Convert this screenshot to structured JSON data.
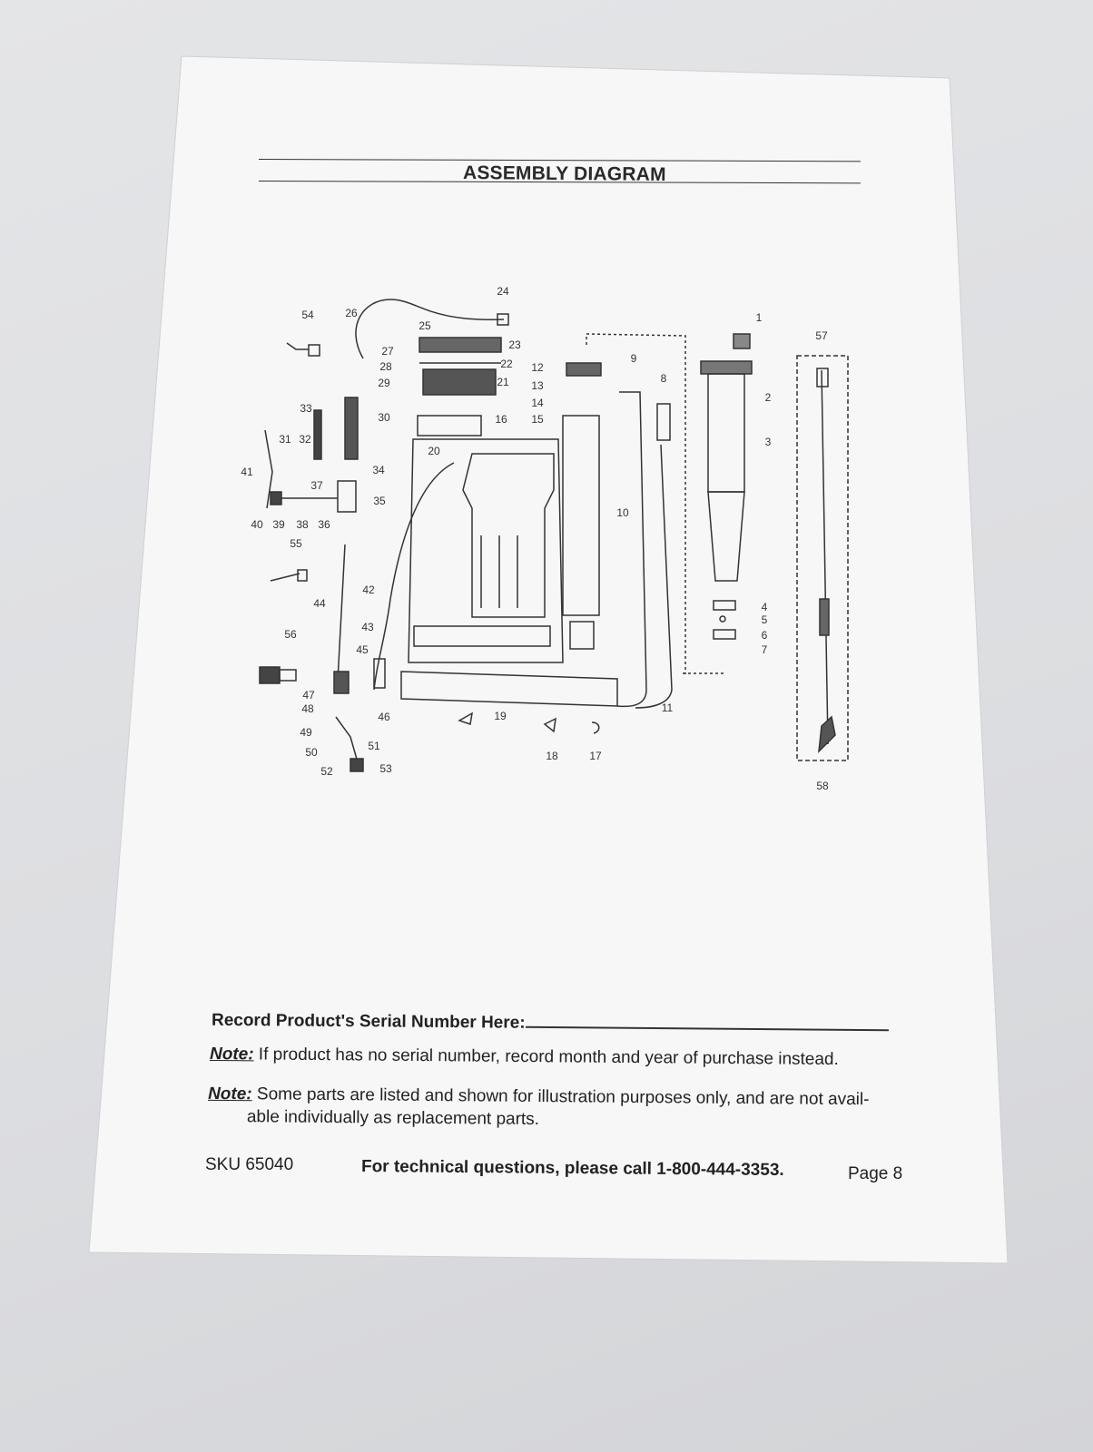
{
  "document": {
    "title": "ASSEMBLY DIAGRAM",
    "part_labels": [
      "1",
      "2",
      "3",
      "4",
      "5",
      "6",
      "7",
      "8",
      "9",
      "10",
      "11",
      "12",
      "13",
      "14",
      "15",
      "16",
      "17",
      "18",
      "19",
      "20",
      "21",
      "22",
      "23",
      "24",
      "25",
      "26",
      "27",
      "28",
      "29",
      "30",
      "31",
      "32",
      "33",
      "34",
      "35",
      "36",
      "37",
      "38",
      "39",
      "40",
      "41",
      "42",
      "43",
      "44",
      "45",
      "46",
      "47",
      "48",
      "49",
      "50",
      "51",
      "52",
      "53",
      "54",
      "55",
      "56",
      "57",
      "58"
    ],
    "serial_prompt": "Record Product's Serial Number Here:",
    "note1_label": "Note:",
    "note1_text": "If product has no serial number, record month and year of purchase instead.",
    "note2_label": "Note:",
    "note2_text_line1": "Some parts are listed and shown for illustration purposes only, and are not avail-",
    "note2_text_line2": "able individually as replacement parts.",
    "sku": "SKU 65040",
    "support": "For technical questions, please call 1-800-444-3353.",
    "page": "Page 8"
  }
}
